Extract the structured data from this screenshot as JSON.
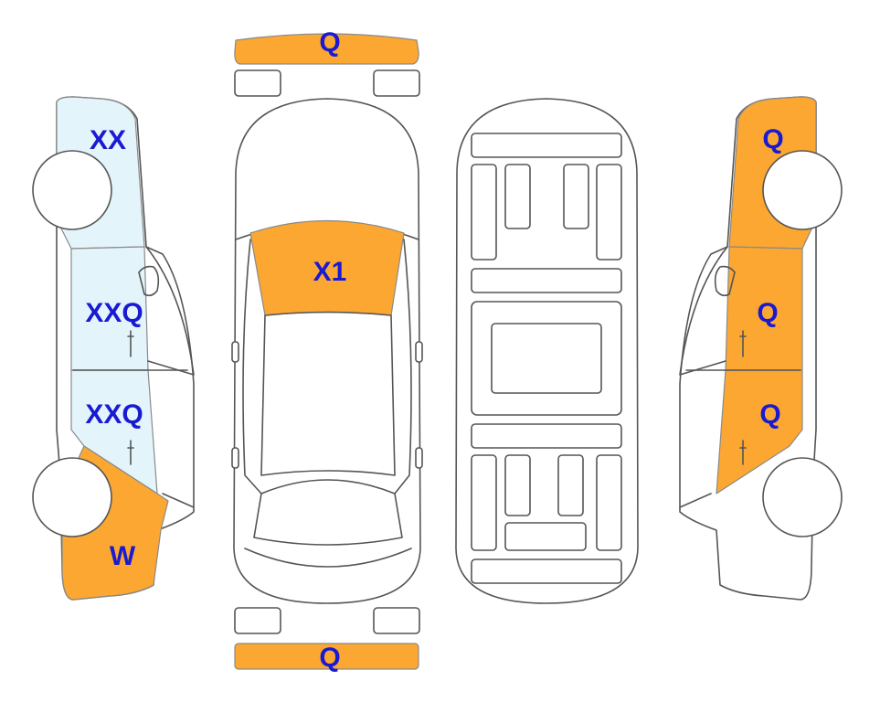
{
  "colors": {
    "damage": "#fba731",
    "minor": "#e3f5fb",
    "label": "#1a1ad2",
    "line": "#555555"
  },
  "views": {
    "left": {
      "labels": {
        "front_fender": "XX",
        "front_door": "XXQ",
        "rear_door": "XXQ",
        "rear_quarter": "W"
      },
      "status": {
        "front_fender": "minor",
        "front_door": "minor",
        "rear_door": "minor",
        "rear_quarter": "damage"
      }
    },
    "top": {
      "labels": {
        "front_bumper": "Q",
        "windshield": "X1",
        "rear_bumper": "Q"
      },
      "status": {
        "front_bumper": "damage",
        "windshield": "damage",
        "rear_bumper": "damage"
      }
    },
    "right": {
      "labels": {
        "front_fender": "Q",
        "front_door": "Q",
        "rear_door": "Q"
      },
      "status": {
        "front_fender": "damage",
        "front_door": "damage",
        "rear_door": "damage"
      }
    }
  }
}
